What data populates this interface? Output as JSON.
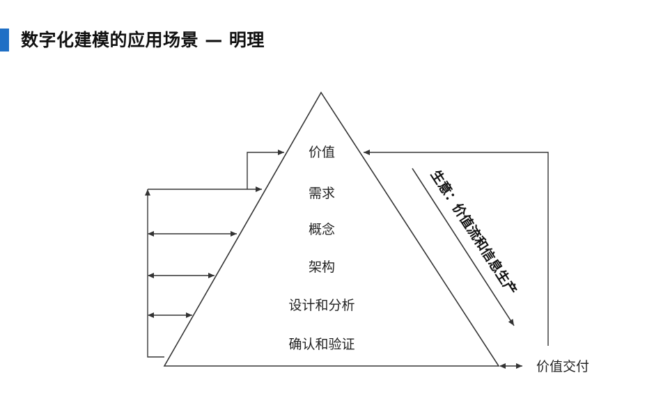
{
  "header": {
    "title": "数字化建模的应用场景 — 明理",
    "accent_color": "#1f6fc5"
  },
  "pyramid": {
    "layers": [
      {
        "label": "价值"
      },
      {
        "label": "需求"
      },
      {
        "label": "概念"
      },
      {
        "label": "架构"
      },
      {
        "label": "设计和分析"
      },
      {
        "label": "确认和验证"
      }
    ]
  },
  "flow": {
    "diagonal_label": "生意：价值流和信息生产",
    "delivery_label": "价值交付"
  },
  "colors": {
    "line": "#333333",
    "text": "#222222"
  }
}
